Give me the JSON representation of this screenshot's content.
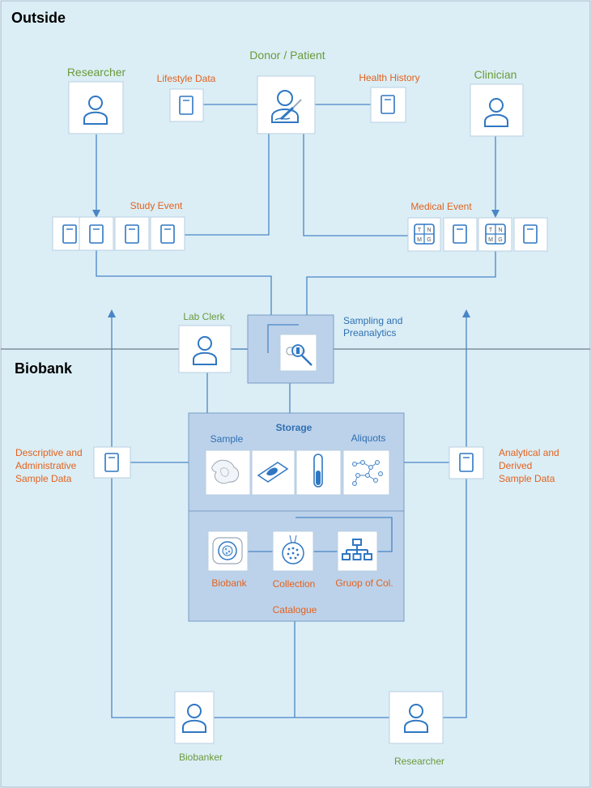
{
  "zones": {
    "outside": "Outside",
    "biobank": "Biobank"
  },
  "actors": {
    "donor_patient": "Donor / Patient",
    "researcher_top": "Researcher",
    "clinician": "Clinician",
    "lab_clerk": "Lab Clerk",
    "biobanker": "Biobanker",
    "researcher_bottom": "Researcher"
  },
  "data_items": {
    "lifestyle": "Lifestyle Data",
    "health_history": "Health History",
    "study_event": "Study Event",
    "medical_event": "Medical Event",
    "descriptive_line1": "Descriptive and",
    "descriptive_line2": "Administrative",
    "descriptive_line3": "Sample Data",
    "analytical_line1": "Analytical and",
    "analytical_line2": "Derived",
    "analytical_line3": "Sample Data"
  },
  "processes": {
    "sampling_line1": "Sampling and",
    "sampling_line2": "Preanalytics",
    "storage": "Storage",
    "sample": "Sample",
    "aliquots": "Aliquots",
    "biobank": "Biobank",
    "collection": "Collection",
    "group_of_col": "Gruop of  Col.",
    "catalogue": "Catalogue"
  },
  "tnm": {
    "t": "T",
    "n": "N",
    "m": "M",
    "g": "G"
  },
  "colors": {
    "outside_bg": "#dbeef6",
    "biobank_bg": "#dbeef6",
    "box_fill": "#bcd2ea",
    "box_stroke": "#7a9cc6",
    "connector": "#4a86c5",
    "actor_label": "#6a9a3a",
    "data_label": "#e2621e",
    "process_label": "#2f6fb2"
  }
}
